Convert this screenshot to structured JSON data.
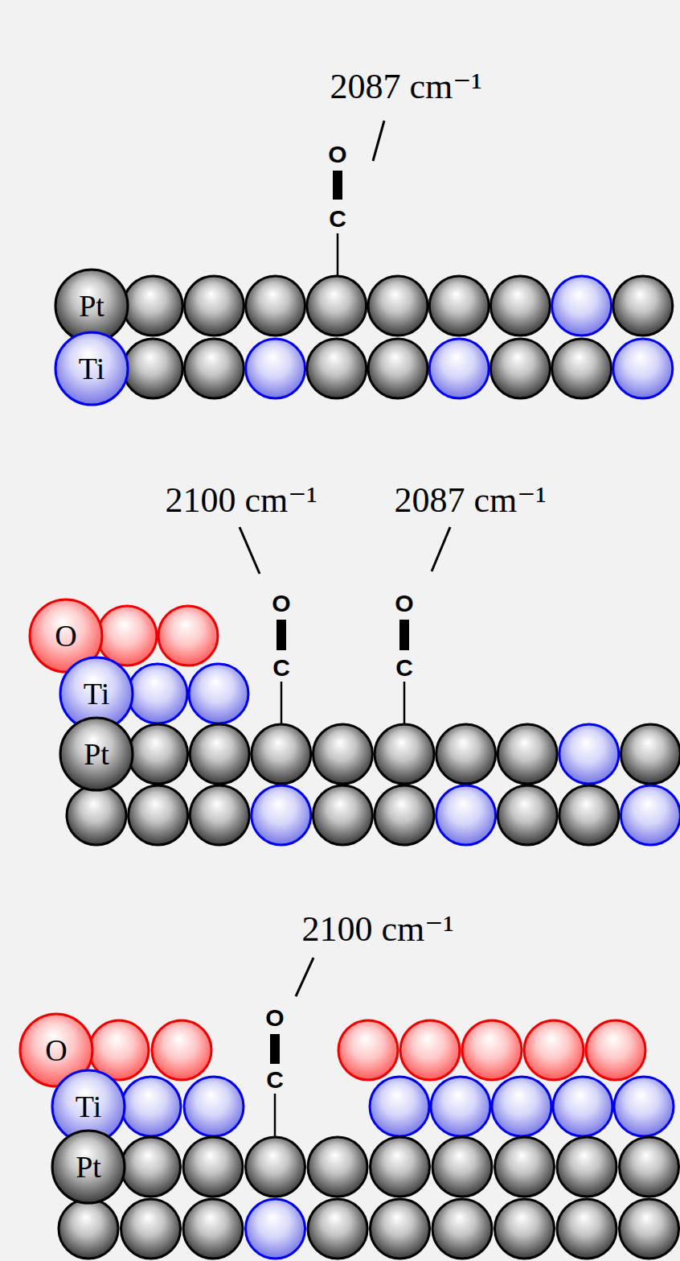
{
  "diagram": {
    "nodes": [
      {
        "text": [
          "Pt"
        ]
      },
      {
        "text": [
          "Ti"
        ]
      },
      {
        "text": [
          "O"
        ]
      },
      {
        "text": [
          "Ti"
        ]
      },
      {
        "text": [
          "Pt"
        ]
      },
      {
        "text": [
          "O"
        ]
      },
      {
        "text": [
          "Ti"
        ]
      },
      {
        "text": [
          "Pt"
        ]
      }
    ],
    "edges": [],
    "labels": [
      "2087 cm⁻¹",
      "O",
      "C",
      "2100 cm⁻¹",
      "2087 cm⁻¹",
      "O",
      "C",
      "O",
      "C",
      "2100 cm⁻¹",
      "O",
      "C"
    ]
  }
}
